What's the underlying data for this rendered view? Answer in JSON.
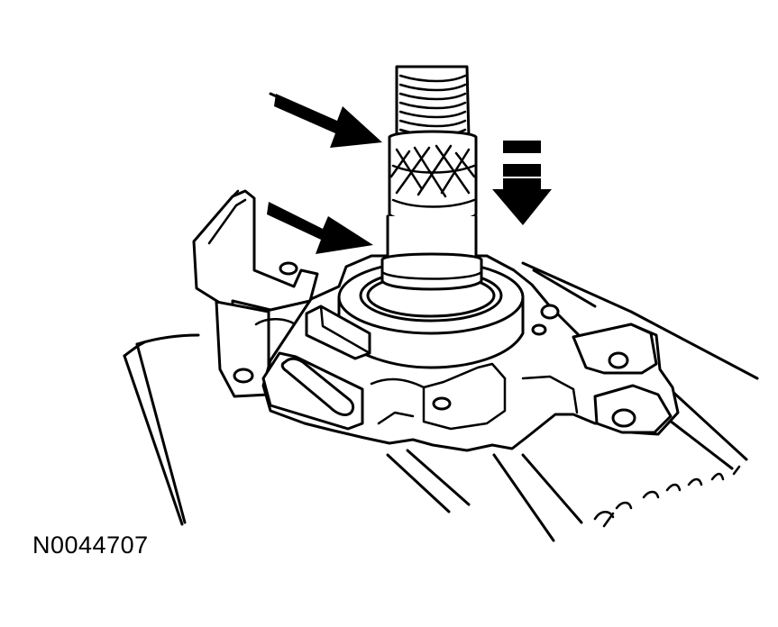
{
  "figure": {
    "reference_code": "N0044707",
    "ink_color": "#000000",
    "background_color": "#ffffff",
    "callout_arrows": [
      "solid-arrow-upper",
      "solid-arrow-lower",
      "segmented-arrow-down"
    ]
  }
}
